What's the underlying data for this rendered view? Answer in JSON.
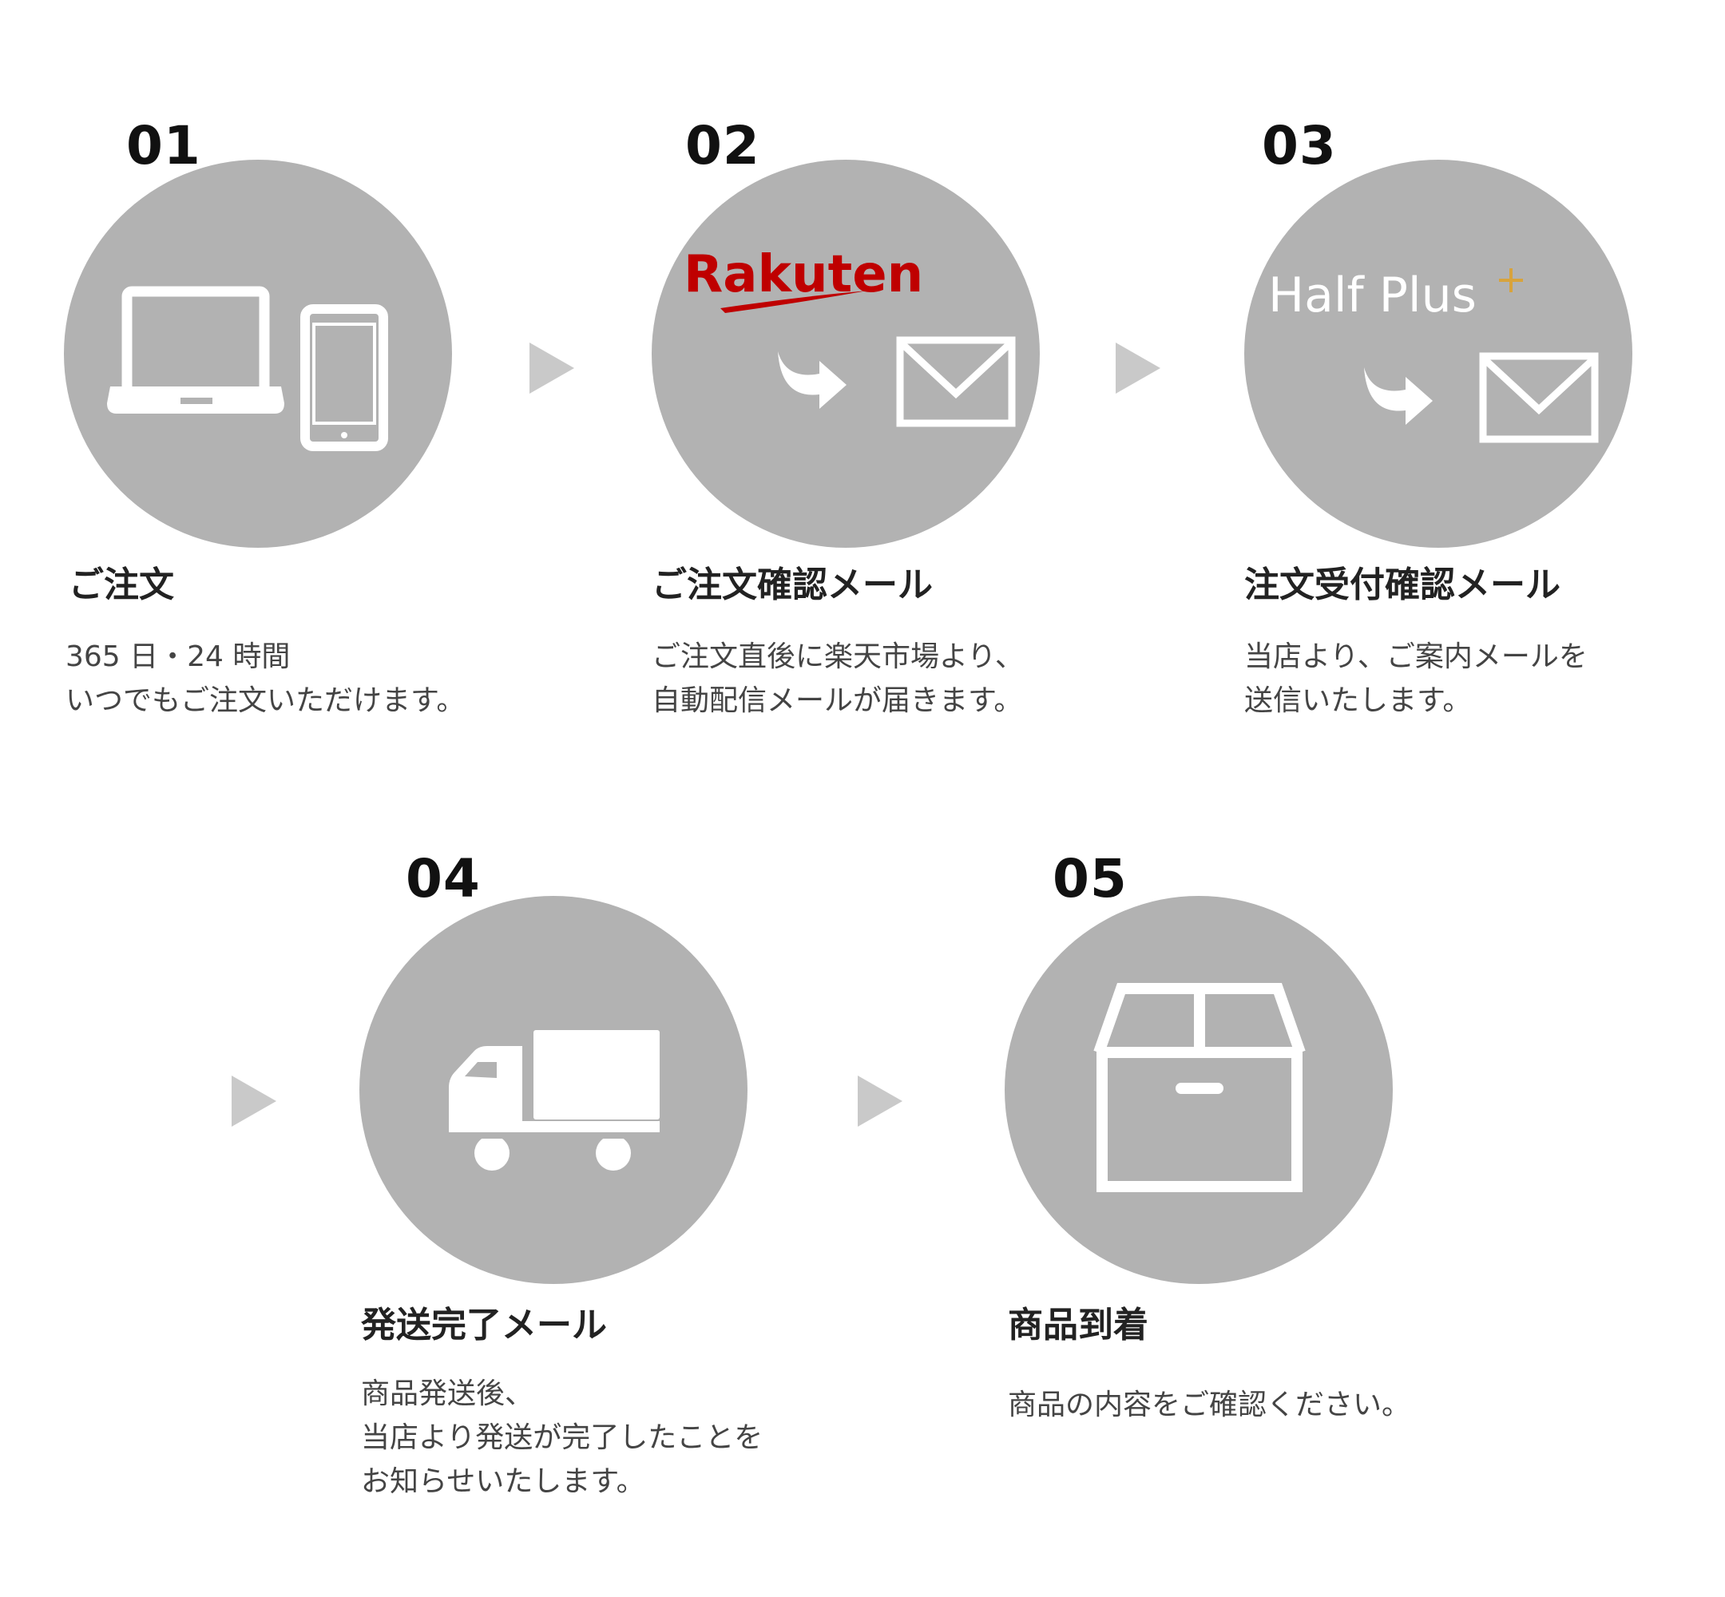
{
  "colors": {
    "circle": "#b2b2b2",
    "icon": "#ffffff",
    "arrow": "#c9c9c9",
    "rakuten_red": "#bf0000",
    "halfplus_plus": "#d8a33c",
    "number": "#111111",
    "title": "#222222",
    "text": "#444444"
  },
  "steps": [
    {
      "number": "01",
      "title": "ご注文",
      "desc": [
        "365 日・24 時間",
        "いつでもご注文いただけます。"
      ],
      "icon": "laptop-and-tablet-icon"
    },
    {
      "number": "02",
      "title": "ご注文確認メール",
      "desc": [
        "ご注文直後に楽天市場より、",
        "自動配信メールが届きます。"
      ],
      "icon": "rakuten-mail-icon",
      "logo_text": "Rakuten"
    },
    {
      "number": "03",
      "title": "注文受付確認メール",
      "desc": [
        "当店より、ご案内メールを",
        "送信いたします。"
      ],
      "icon": "halfplus-mail-icon",
      "logo_text": "Half Plus"
    },
    {
      "number": "04",
      "title": "発送完了メール",
      "desc": [
        "商品発送後、",
        "当店より発送が完了したことを",
        "お知らせいたします。"
      ],
      "icon": "truck-icon"
    },
    {
      "number": "05",
      "title": "商品到着",
      "desc": [
        "商品の内容をご確認ください。"
      ],
      "icon": "box-icon"
    }
  ]
}
